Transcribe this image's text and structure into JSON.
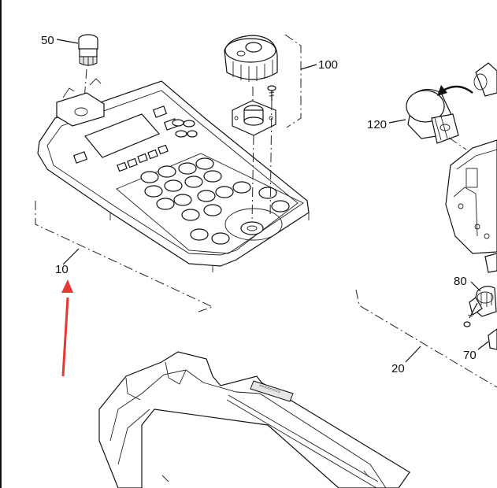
{
  "labels": {
    "part_50": "50",
    "part_100": "100",
    "part_120": "120",
    "part_10": "10",
    "part_80": "80",
    "part_70": "70",
    "part_20": "20"
  },
  "accent_color": "#e53935"
}
